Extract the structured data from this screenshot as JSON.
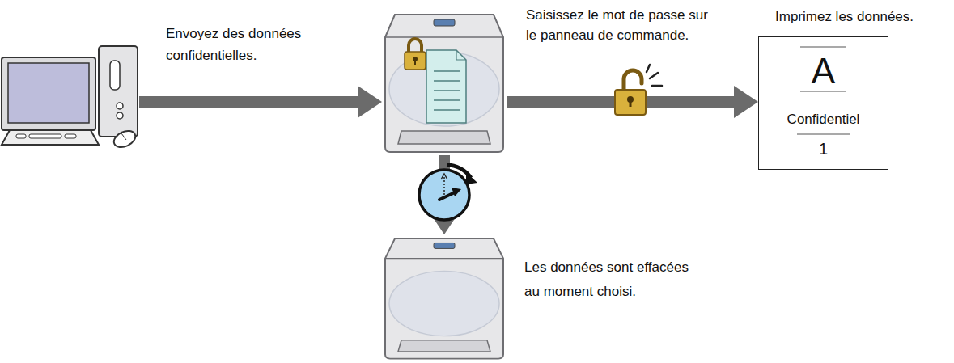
{
  "diagram": {
    "nodes": [
      {
        "text": []
      },
      {
        "text": []
      },
      {
        "text": [
          "Imprimez les données.",
          "A",
          "Confidentiel",
          "1"
        ]
      },
      {
        "text": [
          "Les données sont effacées au moment choisi."
        ]
      }
    ],
    "edges": [
      {
        "from": 0,
        "to": 1,
        "arrow": "to",
        "label": "Envoyez des données confidentielles."
      },
      {
        "from": 1,
        "to": 2,
        "arrow": "to",
        "label": "Saisissez le mot de passe sur le panneau de commande."
      },
      {
        "from": 1,
        "to": 3,
        "arrow": "to"
      }
    ]
  }
}
